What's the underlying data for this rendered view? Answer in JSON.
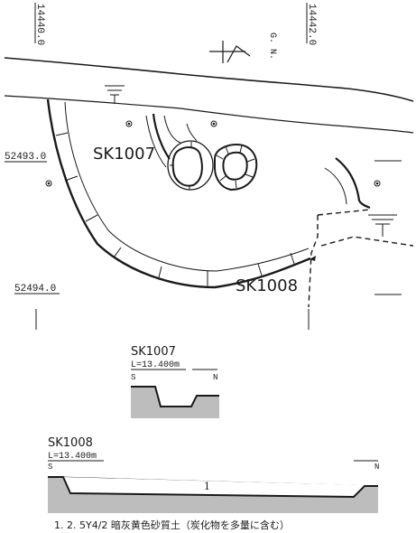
{
  "plan": {
    "grid_x1": "14440.0",
    "grid_x2": "14442.0",
    "grid_y1": "52493.0",
    "grid_y2": "52494.0",
    "north_label": "G. N.",
    "pit1_label": "SK1007",
    "pit2_label": "SK1008"
  },
  "section_sk1007": {
    "title": "SK1007",
    "level": "L=13.400m",
    "left_end": "S",
    "right_end": "N"
  },
  "section_sk1008": {
    "title": "SK1008",
    "level": "L=13.400m",
    "left_end": "S",
    "right_end": "N",
    "layer_number": "1"
  },
  "legend": {
    "layer1": "1. 2. 5Y4/2 暗灰黄色砂質土（炭化物を多量に含む）"
  },
  "colors": {
    "line": "#1a1a1a",
    "section_fill": "#bdbdbd"
  }
}
